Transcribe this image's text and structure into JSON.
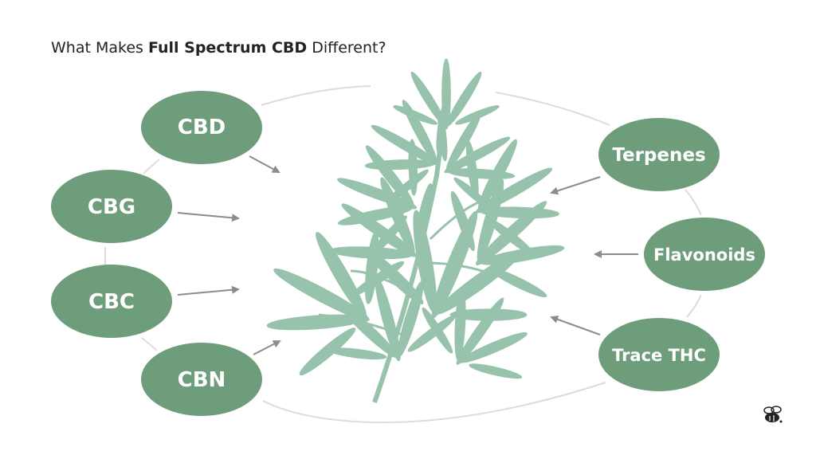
{
  "title": {
    "prefix": "What Makes ",
    "emphasis": "Full Spectrum CBD",
    "suffix": " Different?"
  },
  "nodes": {
    "cbd": "CBD",
    "cbg": "CBG",
    "cbc": "CBC",
    "cbn": "CBN",
    "terpenes": "Terpenes",
    "flavonoids": "Flavonoids",
    "trace_thc": "Trace THC"
  },
  "colors": {
    "node_fill": "#6e9d7c",
    "plant_fill": "#97c2ab",
    "arrow": "#8c8c8c",
    "ring": "#dcdcdc",
    "title": "#222222"
  },
  "icons": {
    "center": "cannabis-plant-icon",
    "corner": "bee-logo-icon"
  }
}
